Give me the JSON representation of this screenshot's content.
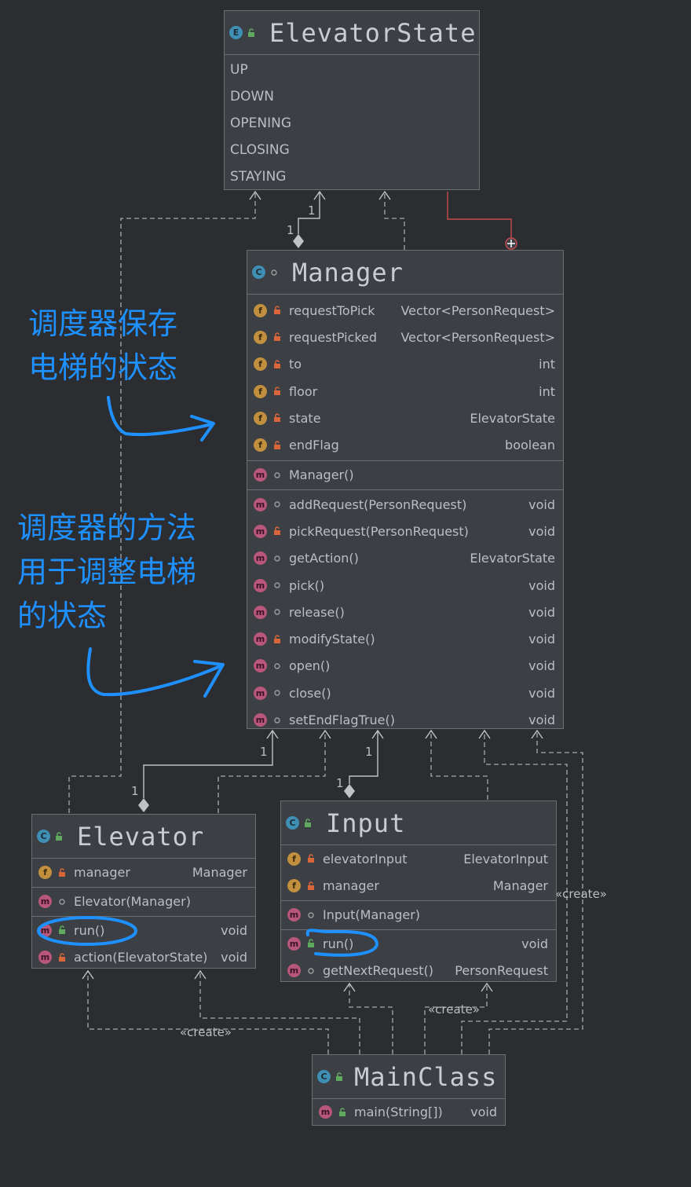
{
  "diagram": "uml-class-diagram",
  "elevator_state": {
    "badge": "E",
    "title": "ElevatorState",
    "constants": [
      "UP",
      "DOWN",
      "OPENING",
      "CLOSING",
      "STAYING"
    ]
  },
  "manager": {
    "badge": "C",
    "title": "Manager",
    "fields": [
      {
        "name": "requestToPick",
        "type": "Vector<PersonRequest>"
      },
      {
        "name": "requestPicked",
        "type": "Vector<PersonRequest>"
      },
      {
        "name": "to",
        "type": "int"
      },
      {
        "name": "floor",
        "type": "int"
      },
      {
        "name": "state",
        "type": "ElevatorState"
      },
      {
        "name": "endFlag",
        "type": "boolean"
      }
    ],
    "constructors": [
      {
        "name": "Manager()",
        "type": ""
      }
    ],
    "methods": [
      {
        "name": "addRequest(PersonRequest)",
        "type": "void"
      },
      {
        "name": "pickRequest(PersonRequest)",
        "type": "void"
      },
      {
        "name": "getAction()",
        "type": "ElevatorState"
      },
      {
        "name": "pick()",
        "type": "void"
      },
      {
        "name": "release()",
        "type": "void"
      },
      {
        "name": "modifyState()",
        "type": "void"
      },
      {
        "name": "open()",
        "type": "void"
      },
      {
        "name": "close()",
        "type": "void"
      },
      {
        "name": "setEndFlagTrue()",
        "type": "void"
      }
    ]
  },
  "elevator": {
    "badge": "C",
    "title": "Elevator",
    "fields": [
      {
        "name": "manager",
        "type": "Manager"
      }
    ],
    "constructors": [
      {
        "name": "Elevator(Manager)",
        "type": ""
      }
    ],
    "methods": [
      {
        "name": "run()",
        "type": "void"
      },
      {
        "name": "action(ElevatorState)",
        "type": "void"
      }
    ]
  },
  "input": {
    "badge": "C",
    "title": "Input",
    "fields": [
      {
        "name": "elevatorInput",
        "type": "ElevatorInput"
      },
      {
        "name": "manager",
        "type": "Manager"
      }
    ],
    "constructors": [
      {
        "name": "Input(Manager)",
        "type": ""
      }
    ],
    "methods": [
      {
        "name": "run()",
        "type": "void"
      },
      {
        "name": "getNextRequest()",
        "type": "PersonRequest"
      }
    ]
  },
  "main_class": {
    "badge": "C",
    "title": "MainClass",
    "methods": [
      {
        "name": "main(String[])",
        "type": "void"
      }
    ]
  },
  "annotations": {
    "fields_note_line1": "调度器保存",
    "fields_note_line2": "电梯的状态",
    "methods_note_line1": "调度器的方法",
    "methods_note_line2": "用于调整电梯",
    "methods_note_line3": "的状态"
  },
  "labels": {
    "mult_es_top": "1",
    "mult_es_mgr": "1",
    "mult_mgr_elev": "1",
    "mult_elev_top": "1",
    "mult_mgr_input": "1",
    "mult_input_top": "1",
    "create_input": "«create»",
    "create_bottom": "«create»",
    "create_elevator": "«create»"
  },
  "colors": {
    "background": "#2b2d30",
    "box": "#3c3f44",
    "annotation": "#1e90ff",
    "inner_link": "#c94c4c"
  }
}
